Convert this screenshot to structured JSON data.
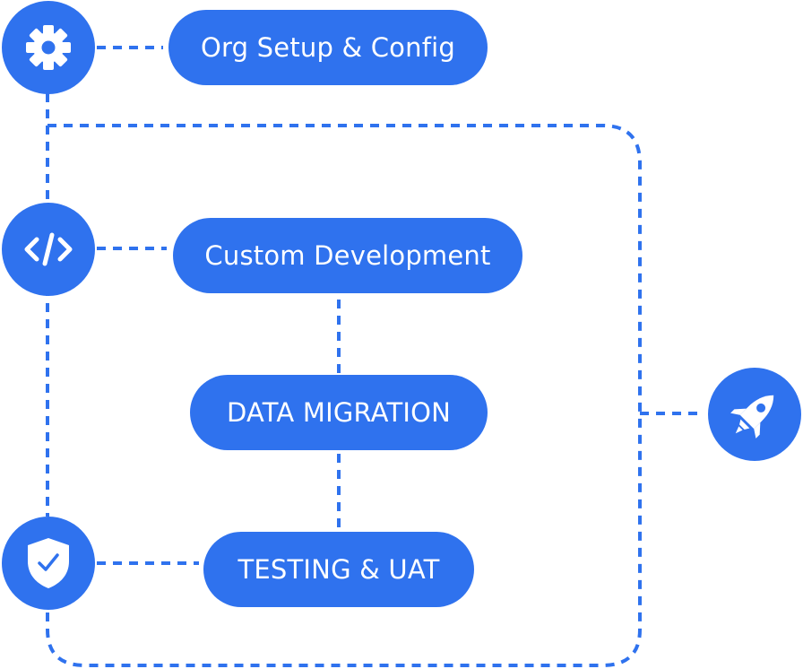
{
  "colors": {
    "accent": "#2f72ee",
    "background": "#ffffff",
    "icon": "#ffffff"
  },
  "steps": {
    "org_setup": {
      "label": "Org Setup & Config",
      "icon": "gear-icon"
    },
    "custom_dev": {
      "label": "Custom Development",
      "icon": "code-icon"
    },
    "data_migration": {
      "label": "DATA MIGRATION"
    },
    "testing": {
      "label": "TESTING & UAT",
      "icon": "shield-check-icon"
    },
    "launch": {
      "icon": "rocket-icon"
    }
  }
}
